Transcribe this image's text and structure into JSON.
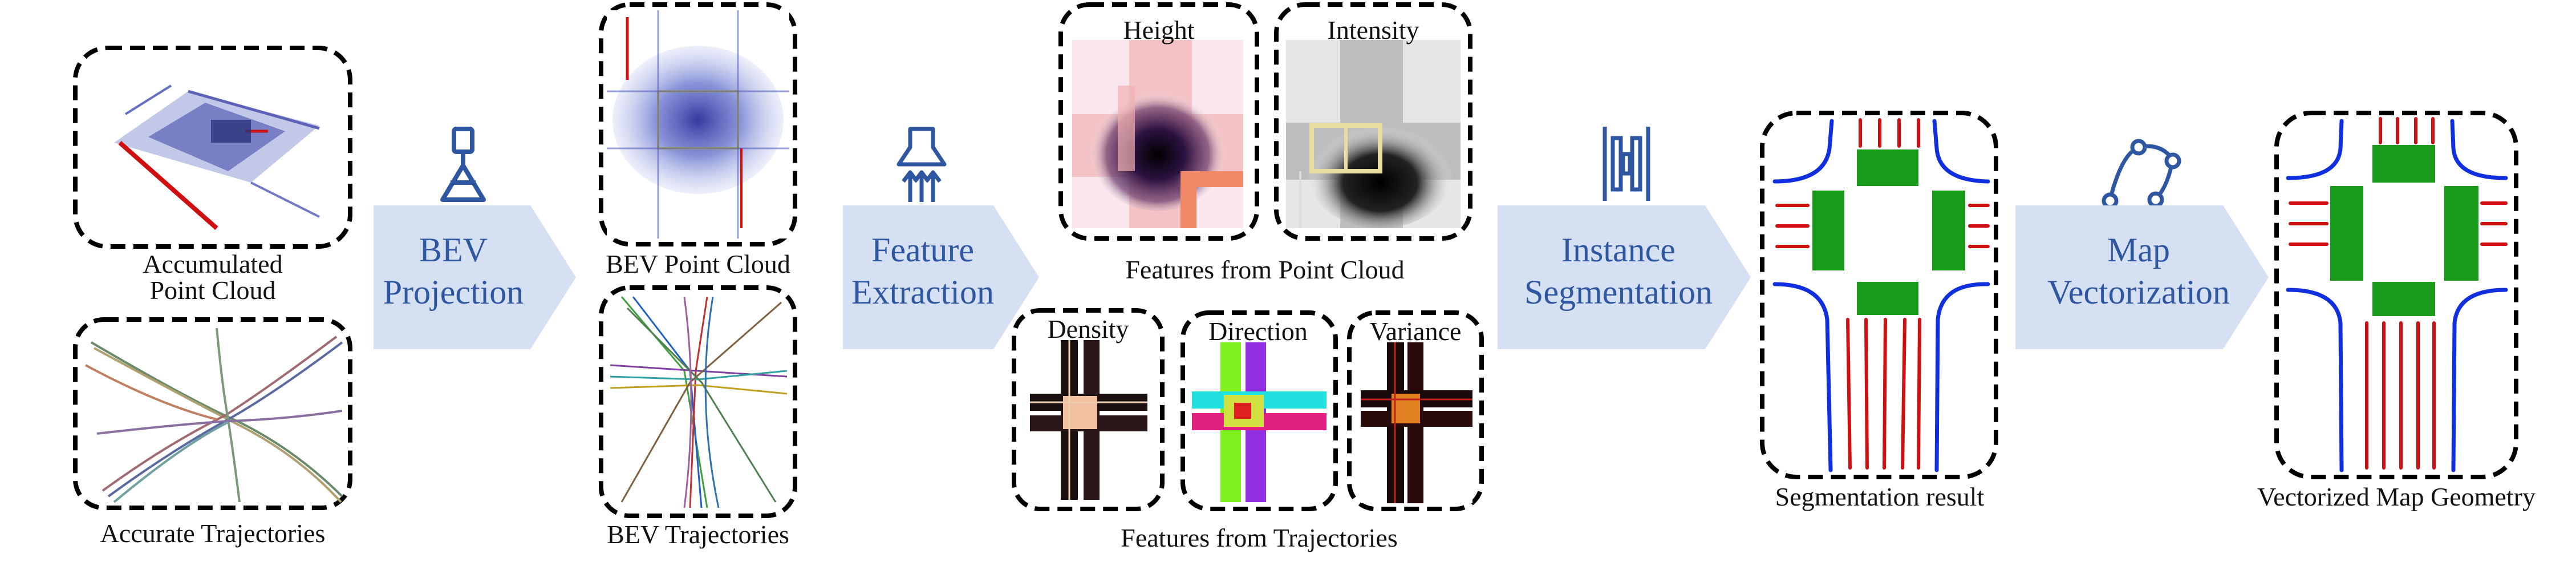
{
  "captions": {
    "accumulated_1": "Accumulated",
    "accumulated_2": "Point Cloud",
    "accurate_trajectories": "Accurate Trajectories",
    "bev_point_cloud": "BEV Point Cloud",
    "bev_trajectories": "BEV Trajectories",
    "features_point_cloud": "Features from Point Cloud",
    "features_trajectories": "Features from Trajectories",
    "segmentation_result": "Segmentation result",
    "vectorized_map": "Vectorized Map Geometry"
  },
  "features": {
    "height": "Height",
    "intensity": "Intensity",
    "density": "Density",
    "direction": "Direction",
    "variance": "Variance"
  },
  "steps": {
    "bev_1": "BEV",
    "bev_2": "Projection",
    "feature_1": "Feature",
    "feature_2": "Extraction",
    "instance_1": "Instance",
    "instance_2": "Segmentation",
    "map_1": "Map",
    "map_2": "Vectorization"
  },
  "icons": [
    "projection-icon",
    "feature-extraction-icon",
    "segmentation-icon",
    "vectorization-icon"
  ],
  "colors": {
    "arrow_fill": "#d5e1f3",
    "arrow_text": "#2f56a0",
    "icon_stroke": "#2f56a0",
    "lane_line": "#d01010",
    "road_boundary": "#1030e0",
    "crosswalk": "#1a9a1a"
  }
}
